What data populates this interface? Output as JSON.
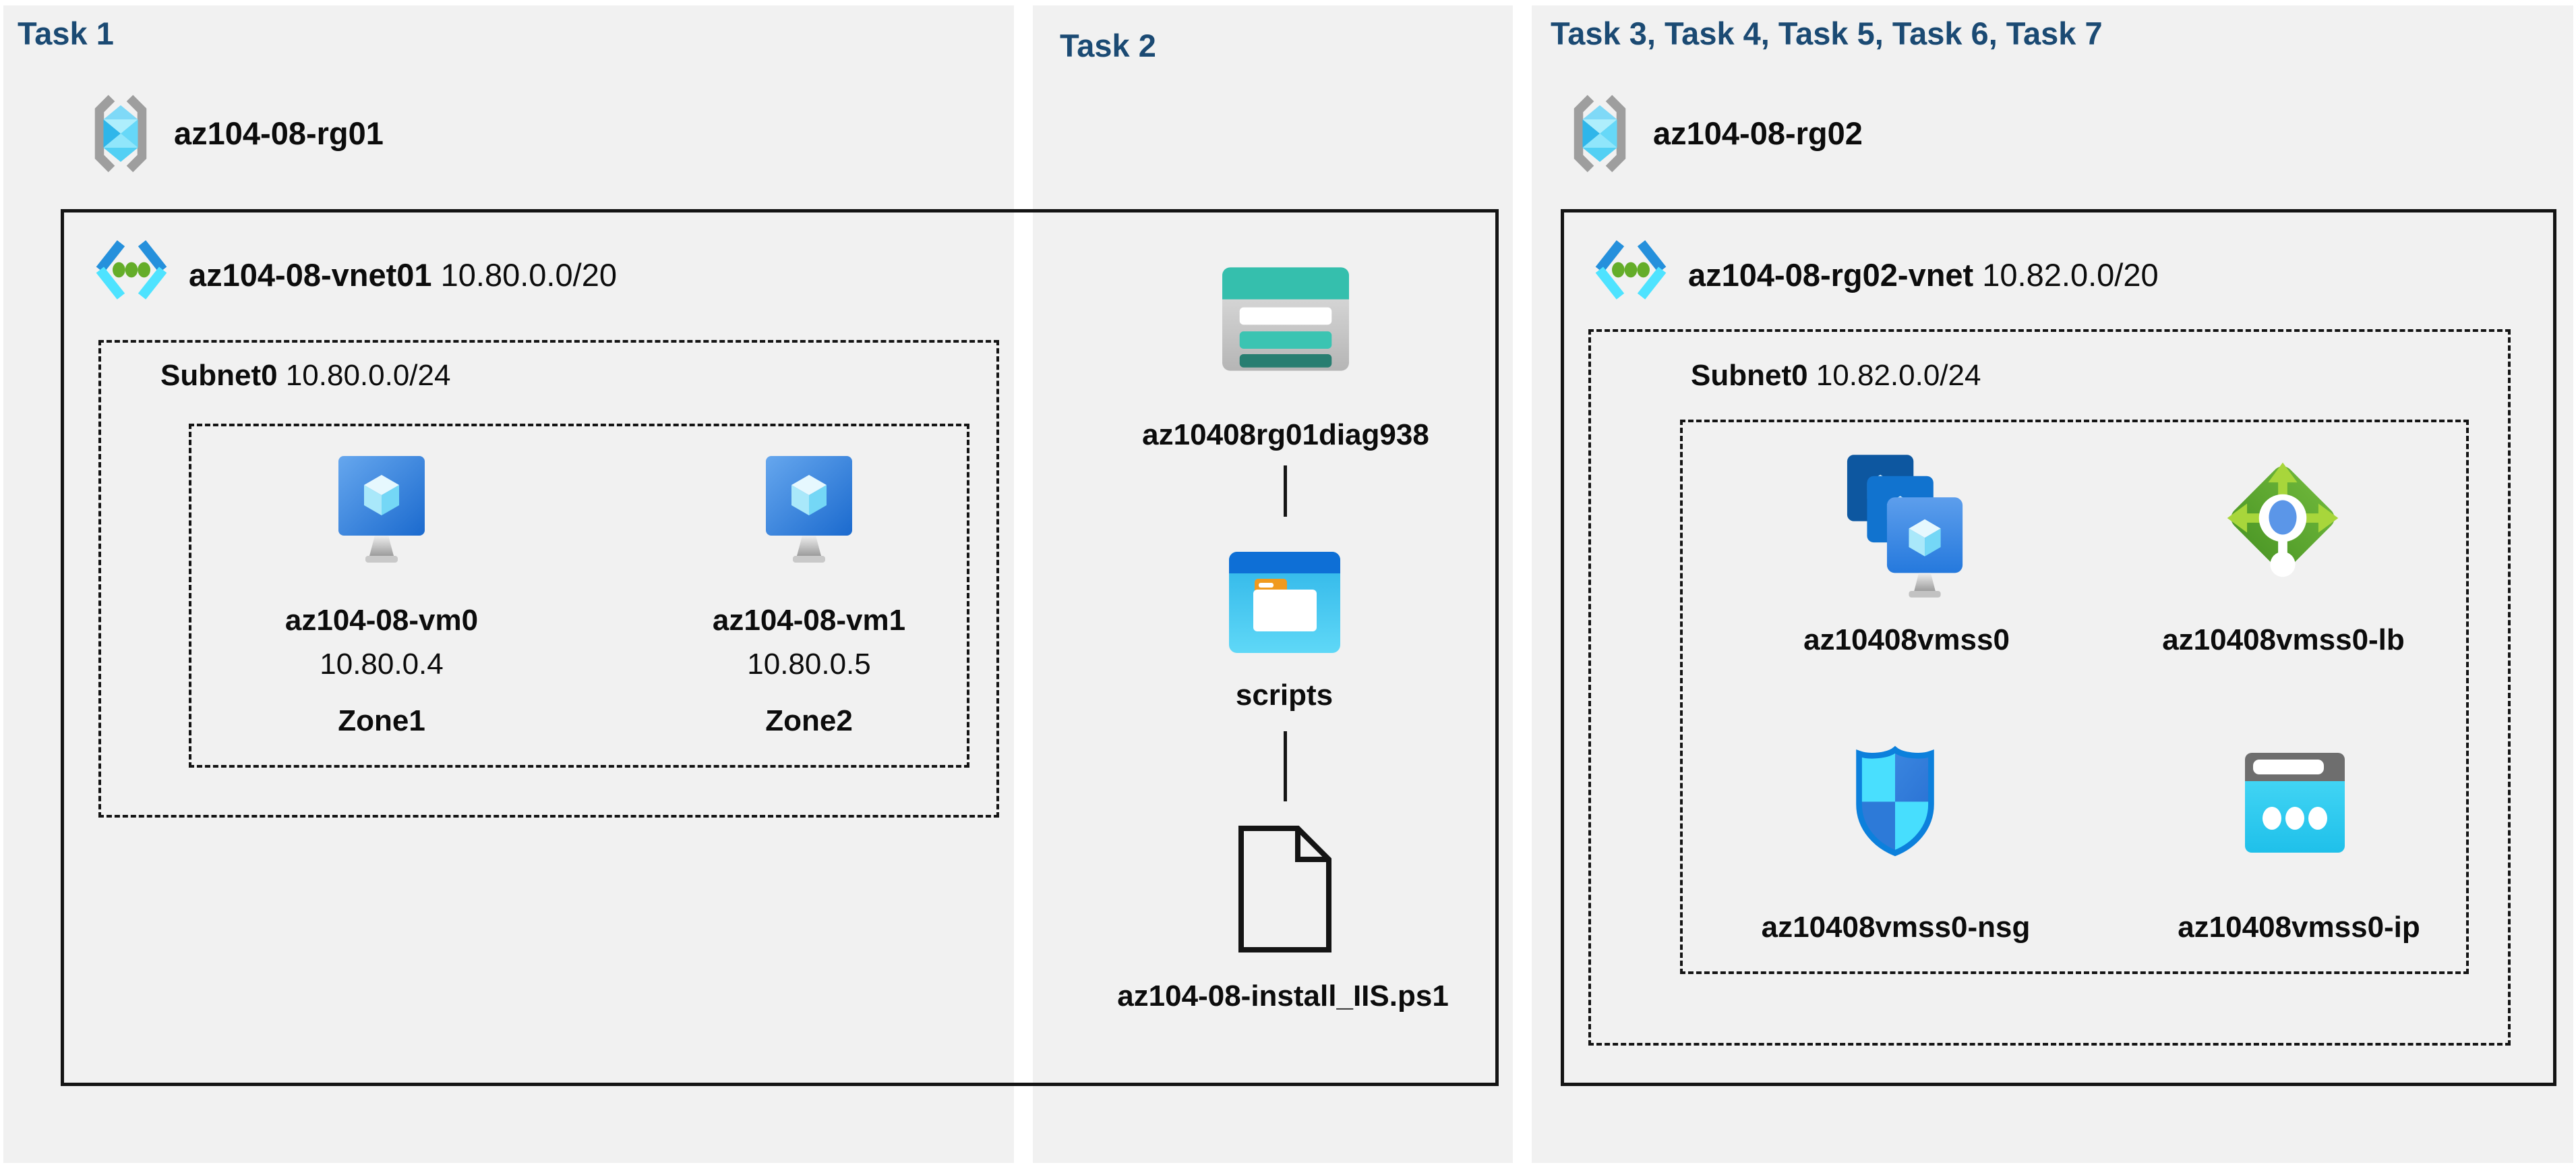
{
  "tasks": {
    "task1": {
      "title": "Task 1",
      "resource_group": "az104-08-rg01",
      "vnet_name": "az104-08-vnet01",
      "vnet_cidr": "10.80.0.0/20",
      "subnet_name": "Subnet0",
      "subnet_cidr": "10.80.0.0/24",
      "vms": [
        {
          "name": "az104-08-vm0",
          "ip": "10.80.0.4",
          "zone": "Zone1"
        },
        {
          "name": "az104-08-vm1",
          "ip": "10.80.0.5",
          "zone": "Zone2"
        }
      ]
    },
    "task2": {
      "title": "Task 2",
      "storage_account": "az10408rg01diag938",
      "container": "scripts",
      "file": "az104-08-install_IIS.ps1"
    },
    "task3": {
      "title": "Task 3, Task 4, Task 5, Task 6, Task 7",
      "resource_group": "az104-08-rg02",
      "vnet_name": "az104-08-rg02-vnet",
      "vnet_cidr": "10.82.0.0/20",
      "subnet_name": "Subnet0",
      "subnet_cidr": "10.82.0.0/24",
      "vmss": "az10408vmss0",
      "load_balancer": "az10408vmss0-lb",
      "nsg": "az10408vmss0-nsg",
      "public_ip": "az10408vmss0-ip"
    }
  },
  "colors": {
    "task_header_text": "#1b4a73",
    "panel_bg": "#f1f1f1",
    "box_border": "#141414",
    "storage_teal": "#35bfad",
    "lb_green": "#5ca730",
    "vm_blue": "#2579dd",
    "cyan_accent": "#35c7f2"
  }
}
